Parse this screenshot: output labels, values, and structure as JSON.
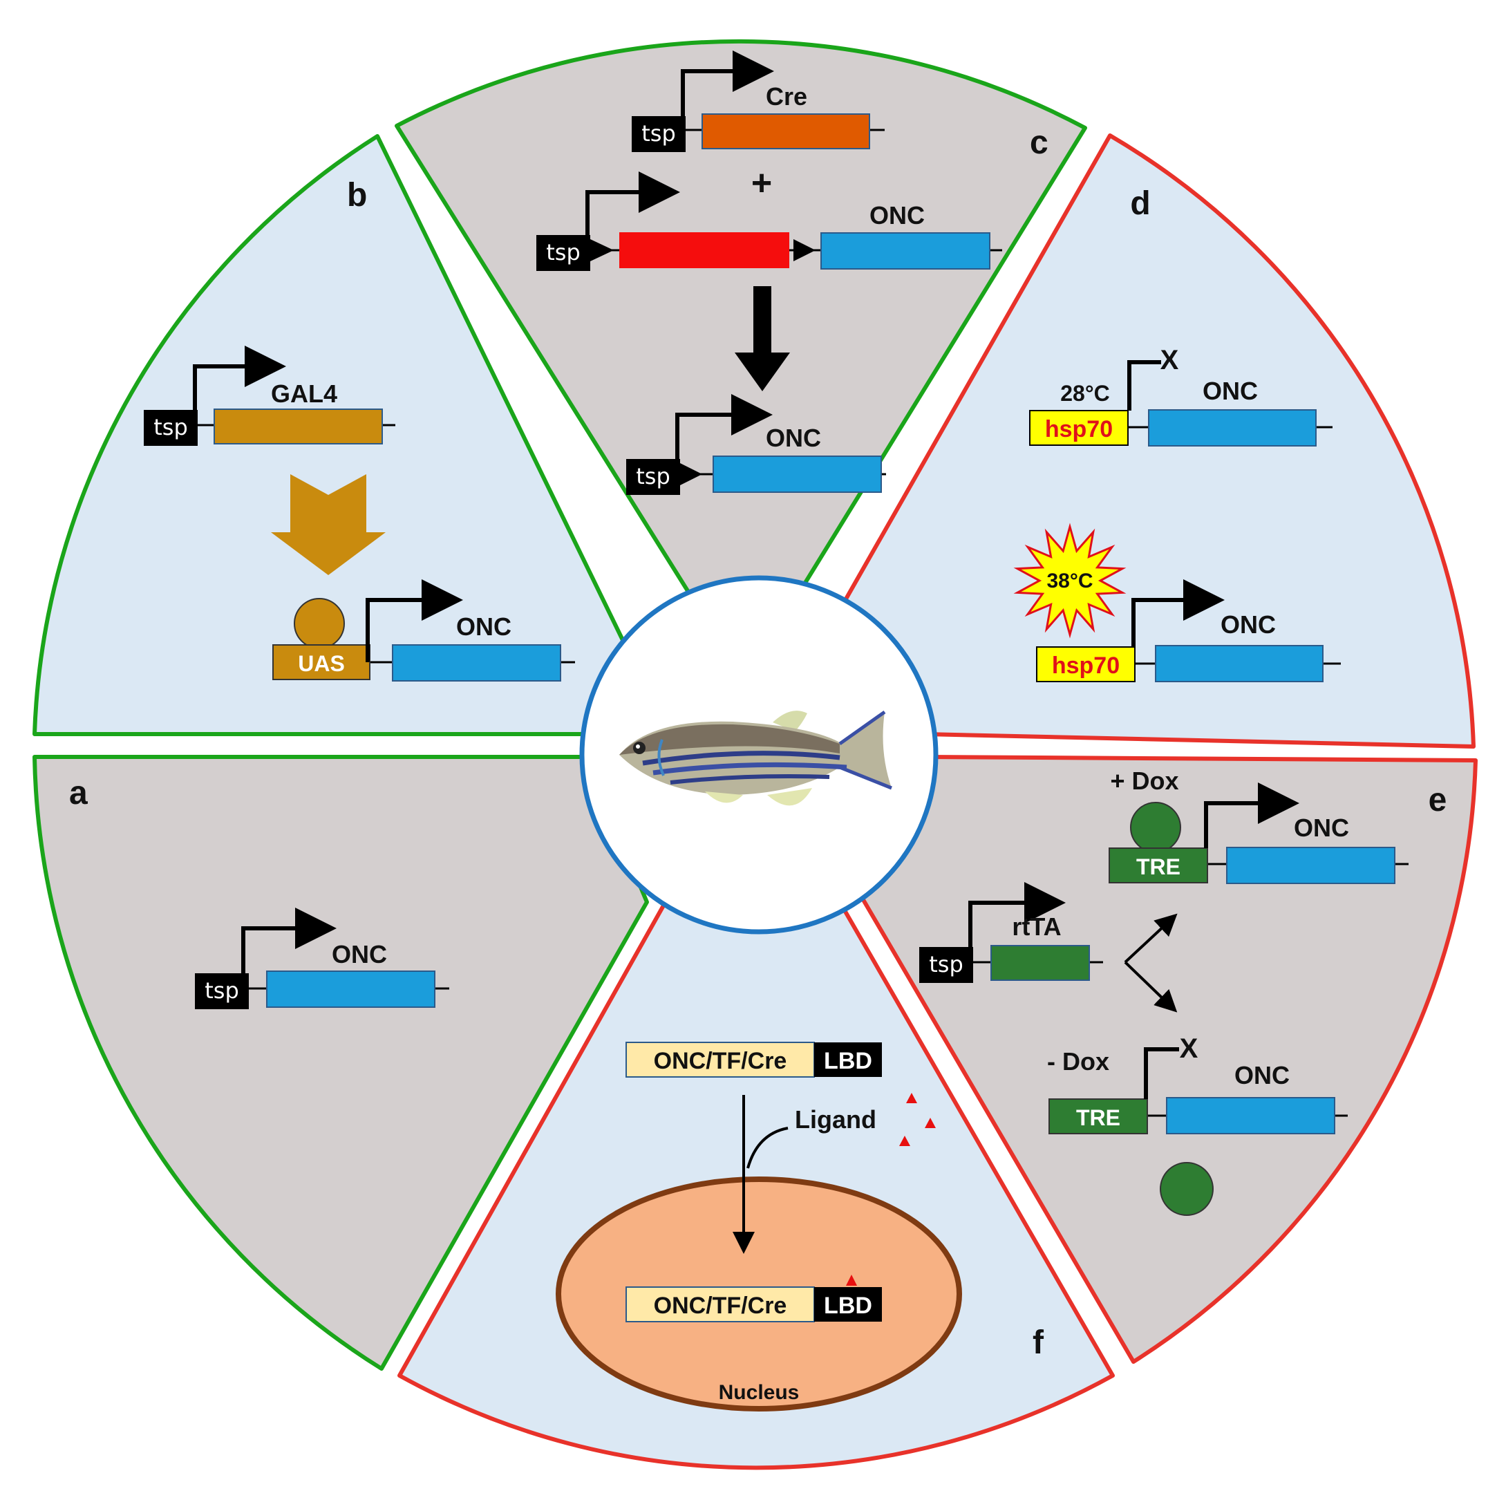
{
  "colors": {
    "grey_panel": "#d4cfcf",
    "blue_panel": "#dbe8f4",
    "green_border": "#1aa51a",
    "red_border": "#e8322a",
    "onc_blue": "#1b9ddb",
    "cre_orange": "#e05a00",
    "gal4_gold": "#c98b0e",
    "stop_red": "#f50d0d",
    "tre_green": "#2e7d32",
    "hsp_yellow": "#ffff00",
    "lbd_fill": "#ffe9a8",
    "nucleus_fill": "#f7b183",
    "nucleus_border": "#7f3b12",
    "center_border": "#1f76c2"
  },
  "panels": {
    "a": {
      "letter": "a",
      "promoter": "tsp",
      "gene": "ONC"
    },
    "b": {
      "letter": "b",
      "promoter": "tsp",
      "driver": "GAL4",
      "uas": "UAS",
      "gene": "ONC"
    },
    "c": {
      "letter": "c",
      "promoter": "tsp",
      "recombinase": "Cre",
      "plus": "+",
      "promoter2": "tsp",
      "gene": "ONC",
      "promoter3": "tsp",
      "gene2": "ONC"
    },
    "d": {
      "letter": "d",
      "temp_low": "28°C",
      "promoter": "hsp70",
      "gene": "ONC",
      "block": "X",
      "temp_high": "38°C",
      "promoter2": "hsp70",
      "gene2": "ONC"
    },
    "e": {
      "letter": "e",
      "plus_dox": "+ Dox",
      "tre": "TRE",
      "gene": "ONC",
      "promoter": "tsp",
      "activator": "rtTA",
      "minus_dox": "- Dox",
      "block": "X",
      "tre2": "TRE",
      "gene2": "ONC"
    },
    "f": {
      "letter": "f",
      "fusion": "ONC/TF/Cre",
      "lbd": "LBD",
      "ligand": "Ligand",
      "fusion2": "ONC/TF/Cre",
      "lbd2": "LBD",
      "nucleus": "Nucleus"
    }
  },
  "center": {
    "icon": "zebrafish-icon"
  }
}
